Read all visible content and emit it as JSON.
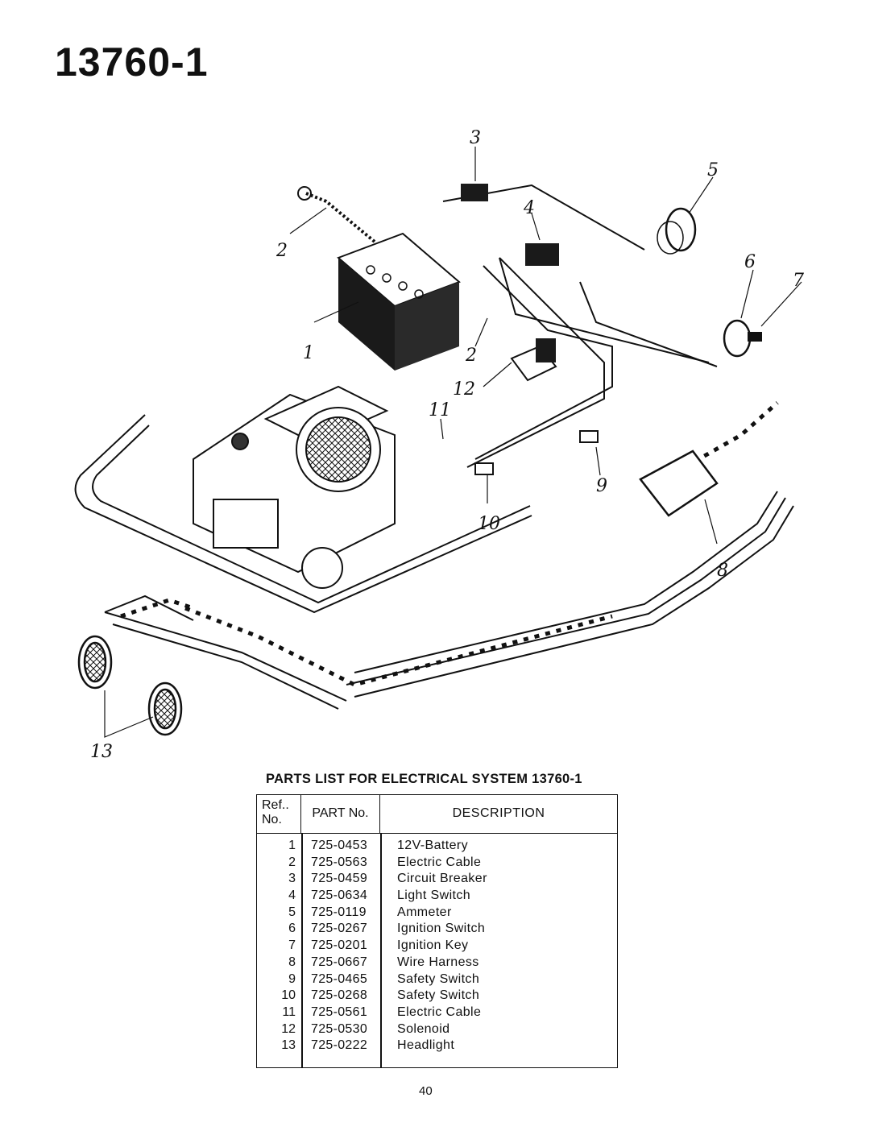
{
  "page": {
    "model_number": "13760-1",
    "page_number": "40"
  },
  "diagram": {
    "callouts": [
      "1",
      "2",
      "2",
      "3",
      "4",
      "5",
      "6",
      "7",
      "8",
      "9",
      "10",
      "11",
      "12",
      "13"
    ]
  },
  "parts_list": {
    "heading": "PARTS LIST FOR ELECTRICAL SYSTEM 13760-1",
    "columns": {
      "ref_line1": "Ref..",
      "ref_line2": "No.",
      "part": "PART No.",
      "description": "DESCRIPTION"
    },
    "rows": [
      {
        "ref": "1",
        "part": "725-0453",
        "description": "12V-Battery"
      },
      {
        "ref": "2",
        "part": "725-0563",
        "description": "Electric Cable"
      },
      {
        "ref": "3",
        "part": "725-0459",
        "description": "Circuit Breaker"
      },
      {
        "ref": "4",
        "part": "725-0634",
        "description": "Light Switch"
      },
      {
        "ref": "5",
        "part": "725-0119",
        "description": "Ammeter"
      },
      {
        "ref": "6",
        "part": "725-0267",
        "description": "Ignition Switch"
      },
      {
        "ref": "7",
        "part": "725-0201",
        "description": "Ignition Key"
      },
      {
        "ref": "8",
        "part": "725-0667",
        "description": "Wire Harness"
      },
      {
        "ref": "9",
        "part": "725-0465",
        "description": "Safety Switch"
      },
      {
        "ref": "10",
        "part": "725-0268",
        "description": "Safety Switch"
      },
      {
        "ref": "11",
        "part": "725-0561",
        "description": "Electric Cable"
      },
      {
        "ref": "12",
        "part": "725-0530",
        "description": "Solenoid"
      },
      {
        "ref": "13",
        "part": "725-0222",
        "description": "Headlight"
      }
    ]
  }
}
